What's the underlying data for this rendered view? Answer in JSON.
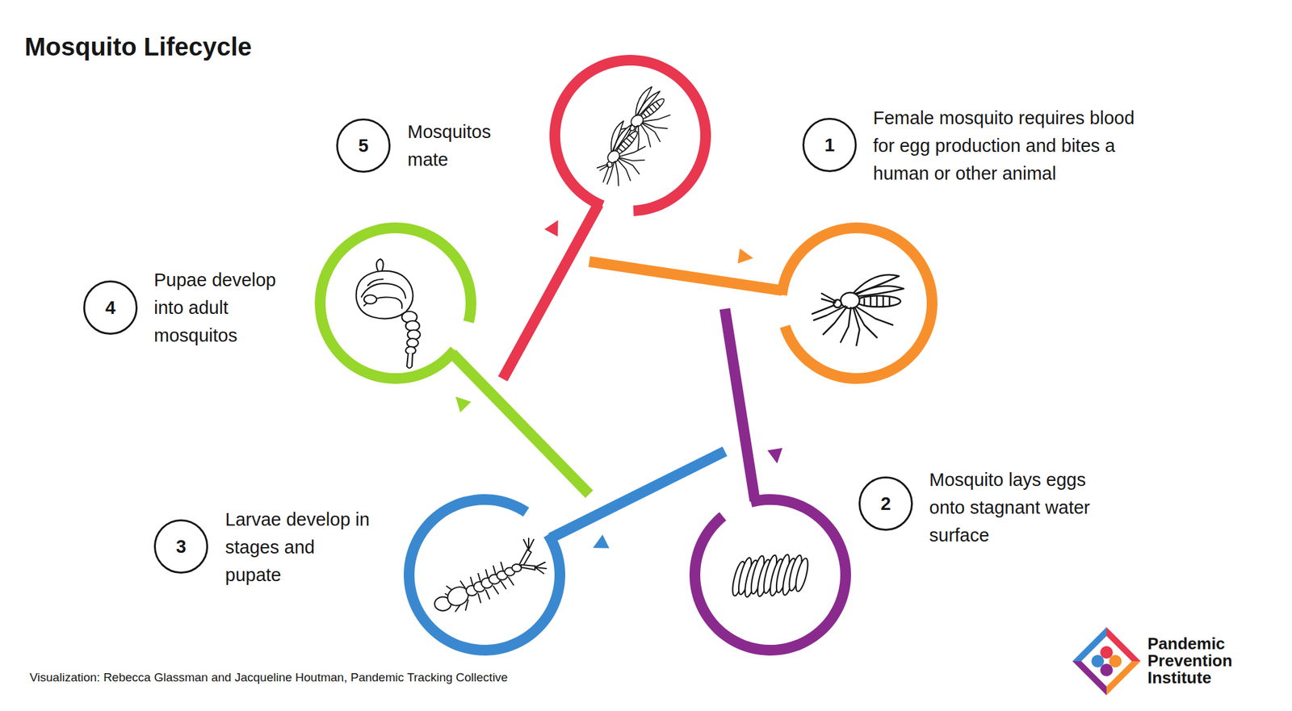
{
  "diagram": {
    "title": "Mosquito Lifecycle",
    "caption": "Visualization: Rebecca Glassman and Jacqueline Houtman, Pandemic Tracking Collective",
    "nodes": [
      {
        "text": [
          "Female mosquito requires blood for egg production and bites a human or other animal"
        ]
      },
      {
        "text": [
          "Mosquito lays eggs onto stagnant water surface"
        ]
      },
      {
        "text": [
          "Larvae develop in stages and pupate"
        ]
      },
      {
        "text": [
          "Pupae develop into adult mosquitos"
        ]
      },
      {
        "text": [
          "Mosquitos mate"
        ]
      }
    ],
    "edges": [
      {
        "from": 0,
        "to": 1,
        "arrow": "to"
      },
      {
        "from": 1,
        "to": 2,
        "arrow": "to"
      },
      {
        "from": 2,
        "to": 3,
        "arrow": "to"
      },
      {
        "from": 3,
        "to": 4,
        "arrow": "to"
      },
      {
        "from": 4,
        "to": 0,
        "arrow": "to"
      }
    ],
    "labels": [
      "1",
      "2",
      "3",
      "4",
      "5",
      "Pandemic Prevention Institute"
    ]
  }
}
